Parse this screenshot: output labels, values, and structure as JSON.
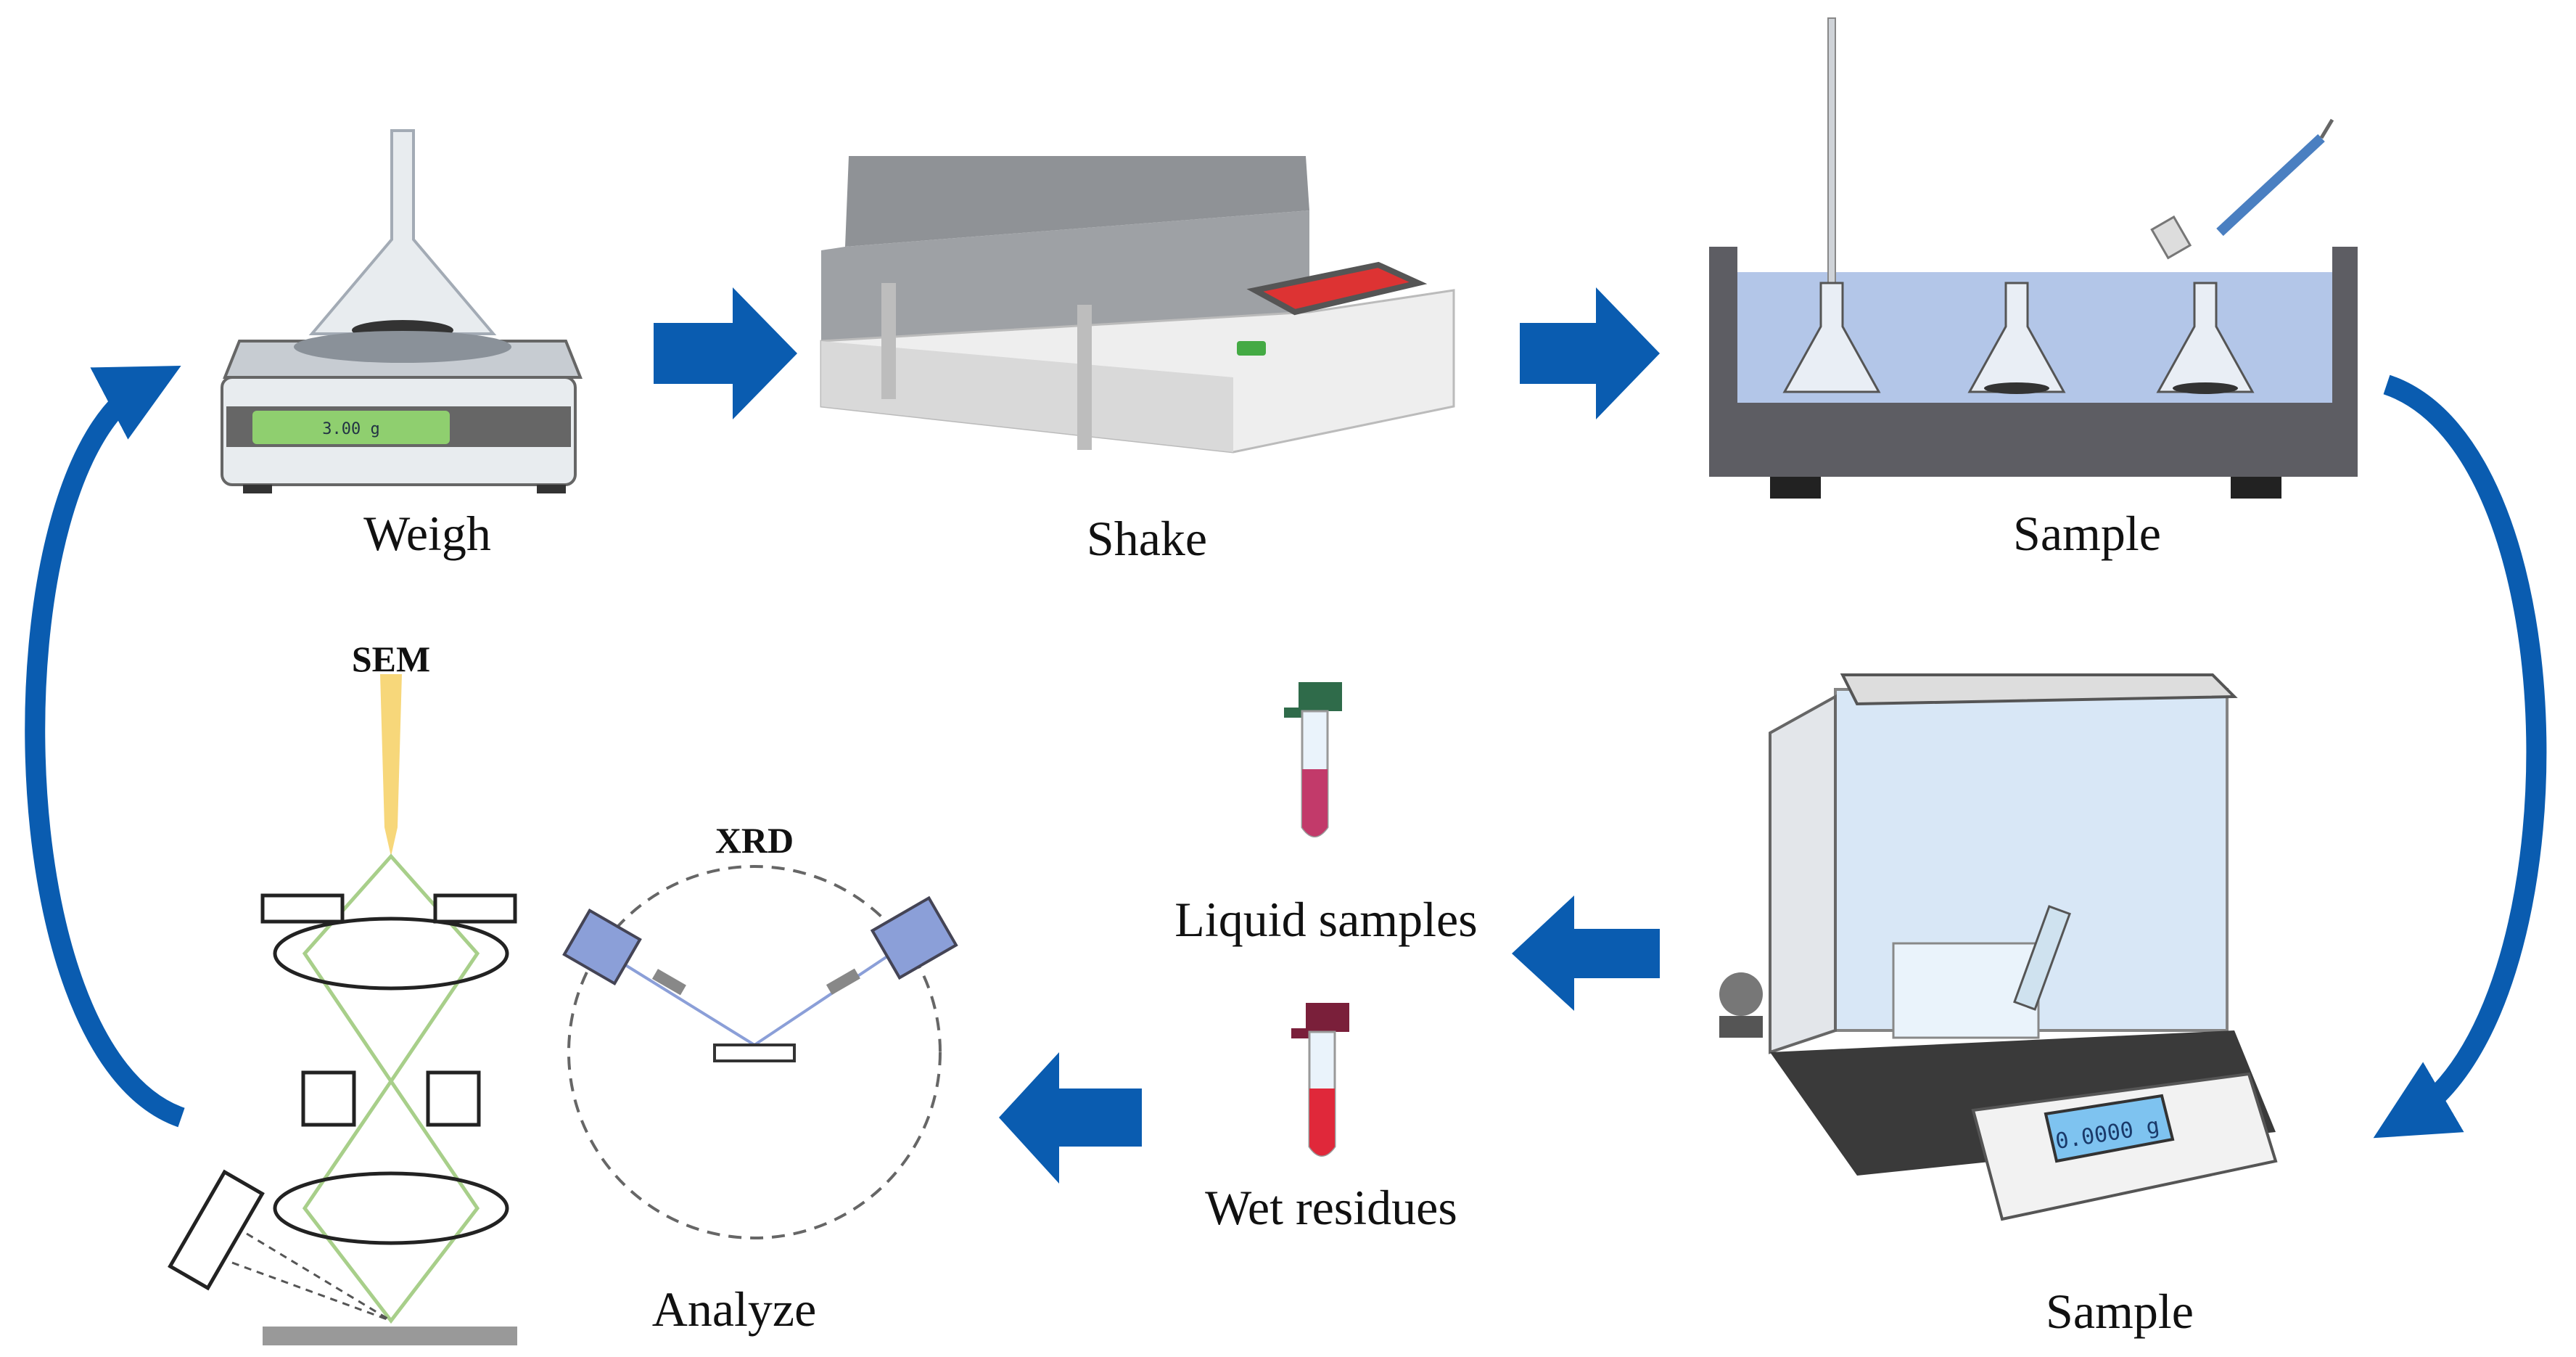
{
  "labels": {
    "weigh": "Weigh",
    "shake": "Shake",
    "sample_top": "Sample",
    "sample_bottom": "Sample",
    "liquid_samples": "Liquid samples",
    "wet_residues": "Wet  residues",
    "analyze": "Analyze",
    "sem": "SEM",
    "xrd": "XRD"
  },
  "displays": {
    "top_balance": "3.00 g",
    "analytical_balance": "0.0000 g"
  },
  "colors": {
    "arrow": "#0a5cb0",
    "water": "#b3c6e8",
    "sem_beam": "#f7d77a",
    "sem_rays": "#a8cf8a",
    "xrd_tube": "#8b9fd8",
    "liquid": "#c23a6a",
    "residue": "#e0283a"
  }
}
